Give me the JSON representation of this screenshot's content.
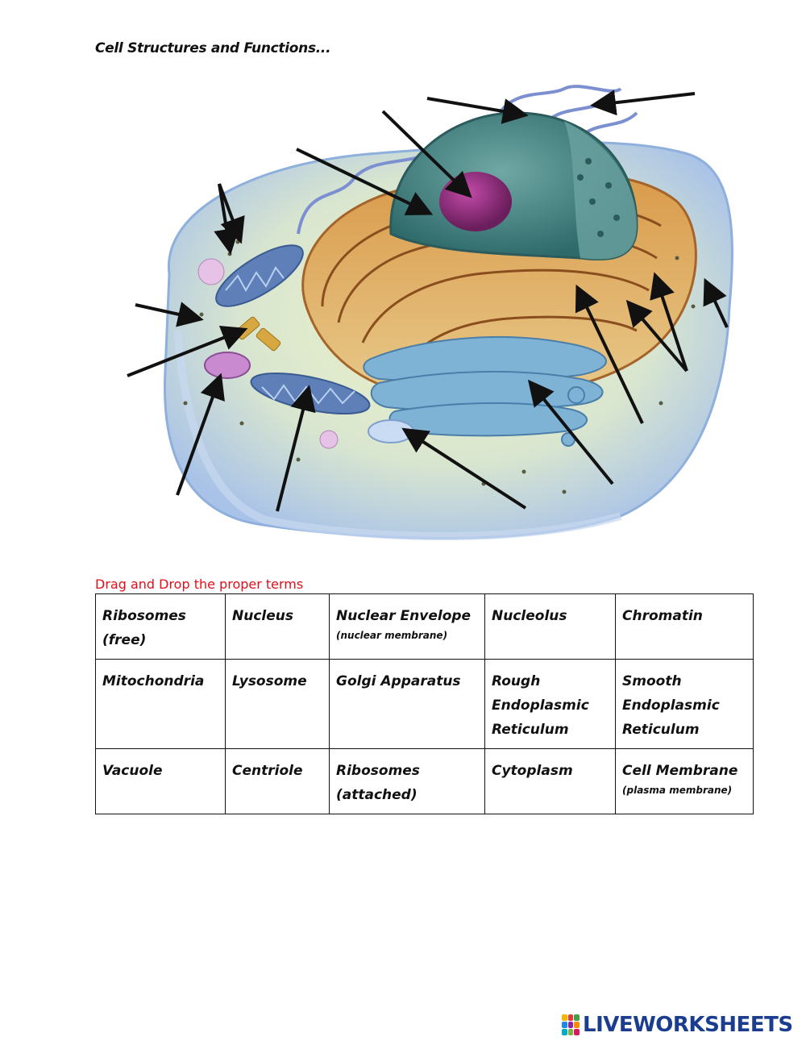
{
  "title": "Cell Structures and Functions...",
  "instruction": "Drag and Drop the proper terms",
  "terms": [
    [
      {
        "label": "Ribosomes (free)",
        "sub": ""
      },
      {
        "label": "Nucleus",
        "sub": ""
      },
      {
        "label": "Nuclear Envelope",
        "sub": "(nuclear membrane)"
      },
      {
        "label": "Nucleolus",
        "sub": ""
      },
      {
        "label": "Chromatin",
        "sub": ""
      }
    ],
    [
      {
        "label": "Mitochondria",
        "sub": ""
      },
      {
        "label": "Lysosome",
        "sub": ""
      },
      {
        "label": "Golgi Apparatus",
        "sub": ""
      },
      {
        "label": "Rough Endoplasmic Reticulum",
        "sub": ""
      },
      {
        "label": "Smooth Endoplasmic Reticulum",
        "sub": ""
      }
    ],
    [
      {
        "label": "Vacuole",
        "sub": ""
      },
      {
        "label": "Centriole",
        "sub": ""
      },
      {
        "label": "Ribosomes (attached)",
        "sub": ""
      },
      {
        "label": "Cytoplasm",
        "sub": ""
      },
      {
        "label": "Cell Membrane",
        "sub": "(plasma membrane)"
      }
    ]
  ],
  "logo": "LIVEWORKSHEETS",
  "colors": {
    "instruction": "#e0101a",
    "logo_text": "#1a3d8f",
    "nucleus": "#4f8a88",
    "nucleolus": "#9b2f86",
    "rough_er": "#c98a3d",
    "golgi": "#7fb3d6",
    "cell_body": "#bcd4ec"
  }
}
